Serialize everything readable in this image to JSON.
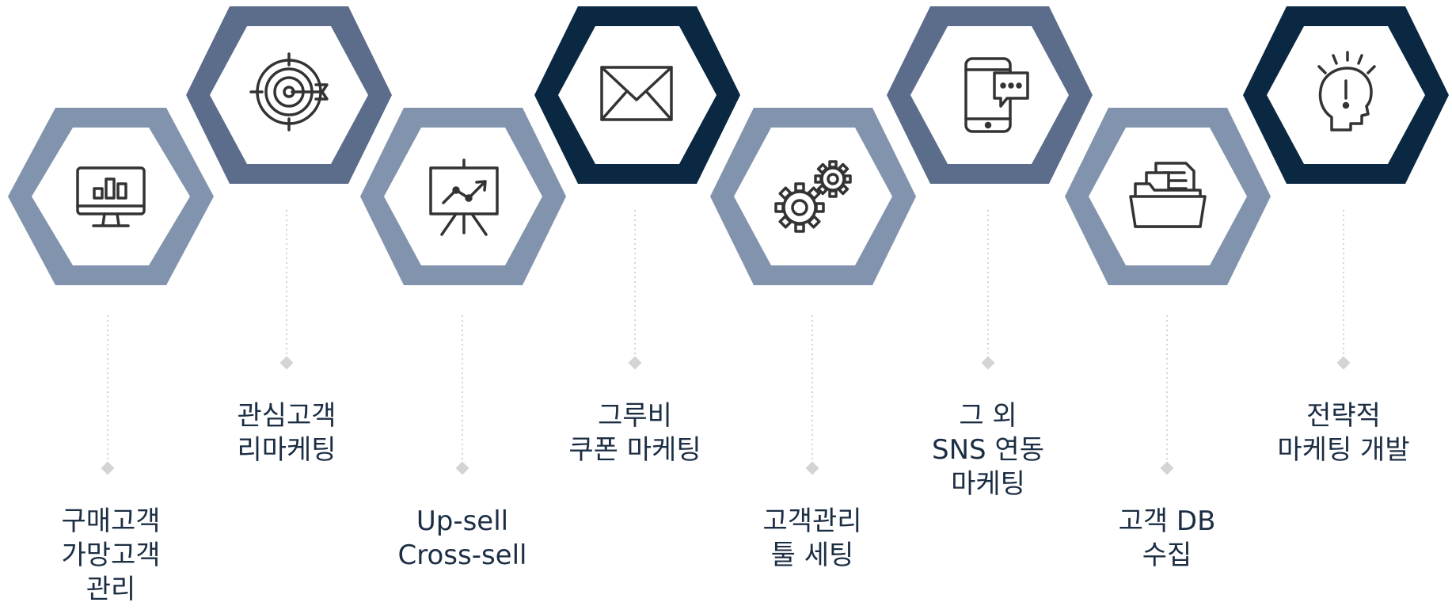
{
  "colors": {
    "light": "#8294ad",
    "medium": "#5c6d8c",
    "dark": "#0b2842",
    "icon": "#333333",
    "connector": "#d4d4d4",
    "text": "#1c2e44"
  },
  "items": [
    {
      "id": "purchase",
      "icon": "monitor-chart-icon",
      "tone": "light",
      "label": [
        "구매고객",
        "가망고객",
        "관리"
      ]
    },
    {
      "id": "remarketing",
      "icon": "target-arrow-icon",
      "tone": "medium",
      "label": [
        "관심고객",
        "리마케팅"
      ]
    },
    {
      "id": "upsell",
      "icon": "presentation-chart-icon",
      "tone": "light",
      "label": [
        "Up-sell",
        "Cross-sell"
      ]
    },
    {
      "id": "coupon",
      "icon": "envelope-icon",
      "tone": "dark",
      "label": [
        "그루비",
        "쿠폰 마케팅"
      ]
    },
    {
      "id": "tools",
      "icon": "gears-icon",
      "tone": "light",
      "label": [
        "고객관리",
        "툴 세팅"
      ]
    },
    {
      "id": "sns",
      "icon": "phone-chat-icon",
      "tone": "medium",
      "label": [
        "그 외",
        "SNS 연동",
        "마케팅"
      ]
    },
    {
      "id": "db",
      "icon": "folder-documents-icon",
      "tone": "light",
      "label": [
        "고객 DB",
        "수집"
      ]
    },
    {
      "id": "strategy",
      "icon": "idea-head-icon",
      "tone": "dark",
      "label": [
        "전략적",
        "마케팅 개발"
      ]
    }
  ]
}
